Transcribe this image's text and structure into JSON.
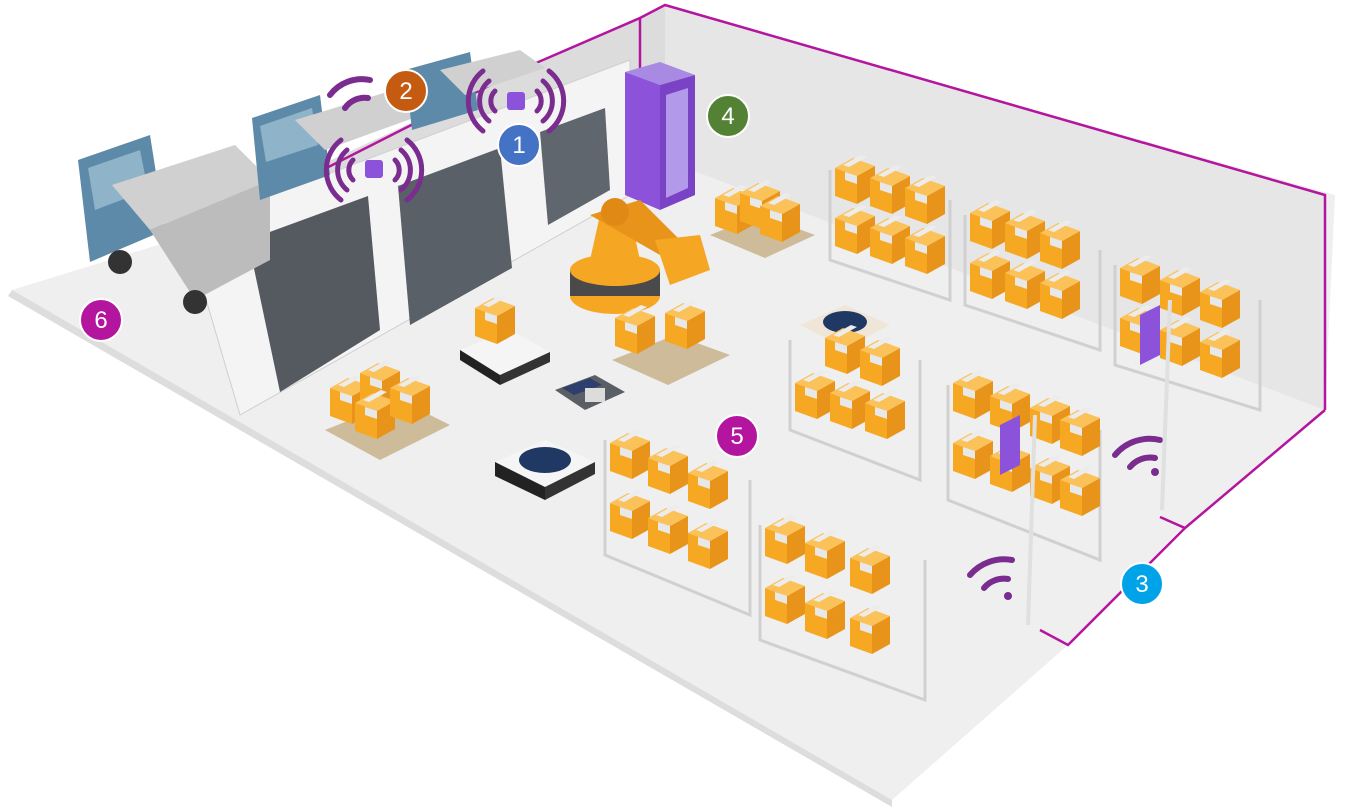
{
  "diagram": {
    "markers": [
      {
        "id": "1",
        "label": "1",
        "color": "#4472c4"
      },
      {
        "id": "2",
        "label": "2",
        "color": "#c55a11"
      },
      {
        "id": "3",
        "label": "3",
        "color": "#00a2e8"
      },
      {
        "id": "4",
        "label": "4",
        "color": "#548235"
      },
      {
        "id": "5",
        "label": "5",
        "color": "#b4159f"
      },
      {
        "id": "6",
        "label": "6",
        "color": "#b4159f"
      }
    ],
    "colors": {
      "wall_outline": "#b4159f",
      "boxes": "#f7a823",
      "box_tape": "#e8e8e8",
      "wireless_signal": "#7a2c8f",
      "device_purple": "#8c52d9",
      "truck_cab": "#5d8aa8",
      "floor": "#efefef",
      "shelf_frame": "#d9d9d9",
      "robot_body": "#f5a623",
      "agv_top": "#1f3864"
    },
    "icons": [
      "truck-icon",
      "loading-dock-icon",
      "rfid-reader-icon",
      "wireless-signal-icon",
      "server-rack-icon",
      "robot-arm-icon",
      "agv-robot-icon",
      "pallet-icon",
      "storage-shelf-icon",
      "handheld-terminal-icon",
      "rfid-gate-icon"
    ]
  }
}
